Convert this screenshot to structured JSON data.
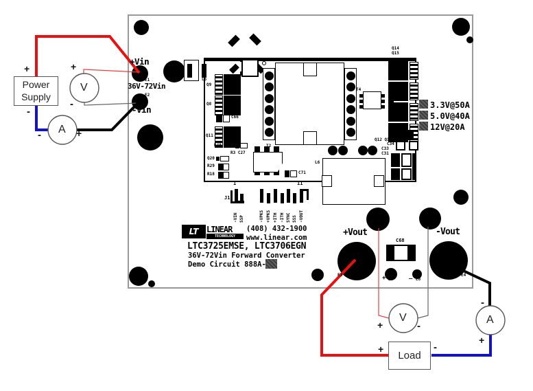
{
  "colors": {
    "wire_red": "#e81010",
    "wire_blue": "#1111d6",
    "wire_black": "#000000",
    "sense_red": "#e84040",
    "sense_black": "#666666",
    "meter_stroke": "#555555",
    "board_outline": "#999999"
  },
  "input_circuit": {
    "power_supply": {
      "line1": "Power",
      "line2": "Supply",
      "plus": "+",
      "minus": "-"
    },
    "voltmeter": {
      "label": "V",
      "plus": "+",
      "minus": "-"
    },
    "ammeter": {
      "label": "A",
      "plus": "+",
      "minus": "-"
    }
  },
  "output_circuit": {
    "voltmeter": {
      "label": "V",
      "plus": "+",
      "minus": "-"
    },
    "ammeter": {
      "label": "A",
      "plus": "+",
      "minus": "-"
    },
    "load": {
      "label": "Load",
      "plus": "+",
      "minus": "-"
    }
  },
  "board": {
    "input_terminals": {
      "vin_plus": "+Vin",
      "e1": "E1",
      "range": "36V-72Vin",
      "e2": "E2",
      "vin_minus": "-Vin"
    },
    "output_terminals": {
      "vout_plus": "+Vout",
      "e3": "E3",
      "vout_minus": "-Vout",
      "e4": "E4",
      "e7_sign": "+",
      "e7": "E7",
      "e8_sign": "_",
      "e8": "E8"
    },
    "ratings": [
      "3.3V@50A",
      "5.0V@40A",
      "12V@20A"
    ],
    "silkscreen": {
      "logo_lt": "LT",
      "logo_linear": "LINEAR",
      "logo_technology": "TECHNOLOGY",
      "phone": "(408) 432-1900",
      "web": "www.linear.com",
      "part_numbers": "LTC3725EMSE, LTC3706EGN",
      "description": "36V-72Vin Forward Converter",
      "demo_circuit": "Demo Circuit 888A-"
    },
    "j1": {
      "ref": "J1",
      "first_pin": "1",
      "last_pin": "11",
      "pins": [
        "-VIN",
        "SSP",
        "-VPKS",
        "+VPKS",
        "+ITH",
        "-ITH",
        "SYNC",
        "SSS",
        "-VOUT"
      ]
    },
    "components": {
      "l5": "L5",
      "t3": "T3",
      "t1": "T1",
      "t2": "T2",
      "t4": "T4",
      "q9": "Q9",
      "q8": "Q8",
      "q11": "Q11",
      "c66": "C66",
      "r49_c24": "R49 C24",
      "r3_c27": "R3 C27",
      "q20": "Q20",
      "r29": "R29",
      "r18": "R18",
      "c71": "C71",
      "l6": "L6",
      "q14": "Q14",
      "q15": "Q15",
      "q12_q13": "Q12 Q13",
      "c34": "C34",
      "c33": "C33",
      "c31": "C31",
      "c68": "C68"
    }
  }
}
